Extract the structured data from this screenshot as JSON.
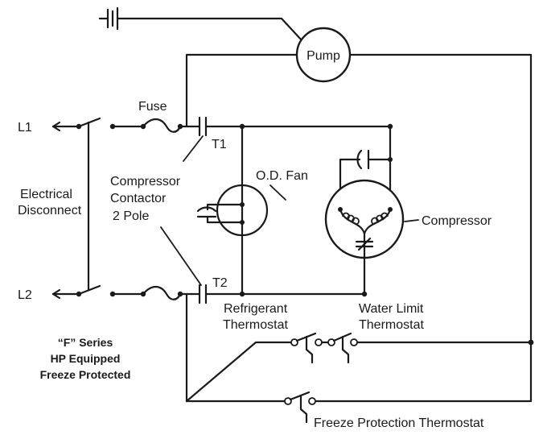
{
  "labels": {
    "pump": "Pump",
    "fuse": "Fuse",
    "l1": "L1",
    "l2": "L2",
    "t1": "T1",
    "t2": "T2",
    "contactor": [
      "Compressor",
      "Contactor",
      "2 Pole"
    ],
    "disconnect": [
      "Electrical",
      "Disconnect"
    ],
    "od_fan": "O.D. Fan",
    "compressor": "Compressor",
    "refrigerant_thermostat": [
      "Refrigerant",
      "Thermostat"
    ],
    "water_limit_thermostat": [
      "Water Limit",
      "Thermostat"
    ],
    "series": [
      "“F” Series",
      "HP Equipped",
      "Freeze Protected"
    ],
    "freeze_protection": "Freeze Protection Thermostat"
  }
}
